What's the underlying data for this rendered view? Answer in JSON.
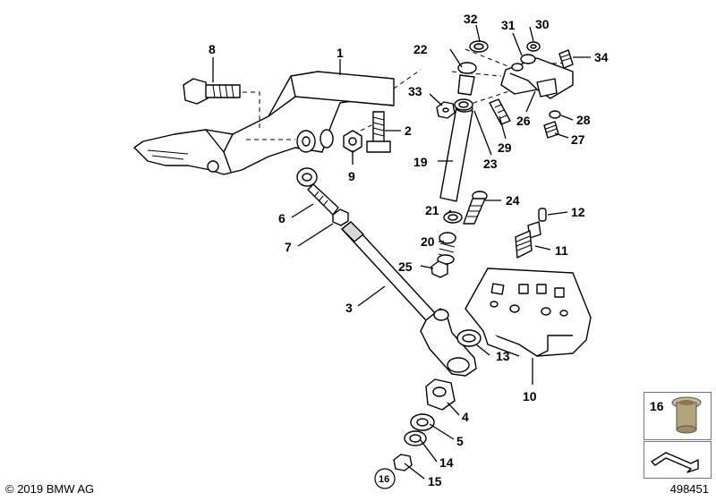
{
  "labels": {
    "l1": "1",
    "l2": "2",
    "l3": "3",
    "l4": "4",
    "l5": "5",
    "l6": "6",
    "l7": "7",
    "l8": "8",
    "l9": "9",
    "l10": "10",
    "l11": "11",
    "l12": "12",
    "l13": "13",
    "l14": "14",
    "l15": "15",
    "l16": "16",
    "l19": "19",
    "l20": "20",
    "l21": "21",
    "l22": "22",
    "l23": "23",
    "l24": "24",
    "l25": "25",
    "l26": "26",
    "l27": "27",
    "l28": "28",
    "l29": "29",
    "l30": "30",
    "l31": "31",
    "l32": "32",
    "l33": "33",
    "l34": "34"
  },
  "legend": {
    "part_number": "16"
  },
  "footer": {
    "copyright": "© 2019 BMW AG",
    "diagram_id": "498451"
  }
}
